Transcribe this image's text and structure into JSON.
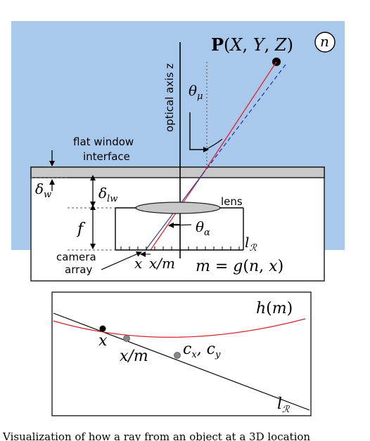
{
  "colors": {
    "water_fill": "#a8c8ec",
    "window_fill": "#c8c8c8",
    "ray_red": "#e8202a",
    "ray_blue": "#2030a0",
    "curve_red": "#d6232a"
  },
  "top": {
    "point_label": "P(X, Y, Z)",
    "medium_label": "n",
    "optical_axis_label": "optical axis z",
    "theta_mu_label": "θμ",
    "window_label_line1": "flat window",
    "window_label_line2": "interface",
    "delta_w_label": "δw",
    "delta_lw_label": "δlw",
    "f_label": "f",
    "lens_label": "lens",
    "theta_alpha_label": "θα",
    "lr_label": "lℛ",
    "camera_label_line1": "camera",
    "camera_label_line2": "array",
    "x_label": "x",
    "x_over_m_label": "x/m",
    "equation_label": "m = g(n, x)"
  },
  "bottom": {
    "h_label": "h(m)",
    "x_label": "x",
    "x_over_m_label": "x/m",
    "c_label": "cx, cy",
    "lr_label": "lℛ"
  },
  "caption": "Visualization of how a ray from an object at a 3D location"
}
